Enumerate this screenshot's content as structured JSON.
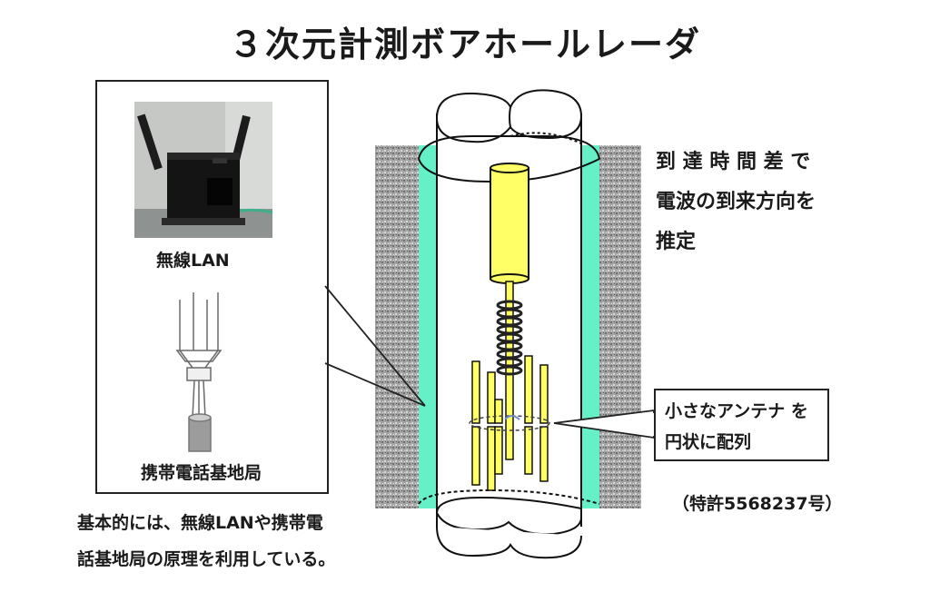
{
  "title": "３次元計測ボアホールレーダ",
  "left_panel": {
    "wifi_label": "無線LAN",
    "tower_label": "携帯電話基地局"
  },
  "bottom_note": {
    "line1": "基本的には、無線LANや携帯電",
    "line2": "話基地局の原理を利用している。"
  },
  "right_note": {
    "line1": "到 達 時 間 差 で",
    "line2": "電波の到来方向を",
    "line3": "推定"
  },
  "antenna_callout": {
    "line1": "小さなアンテナ を",
    "line2": "円状に配列"
  },
  "patent": "（特許5568237号）",
  "colors": {
    "rock": "#9a9a9a",
    "water": "#66f0c8",
    "antenna": "#ffff66",
    "outline": "#111111"
  }
}
